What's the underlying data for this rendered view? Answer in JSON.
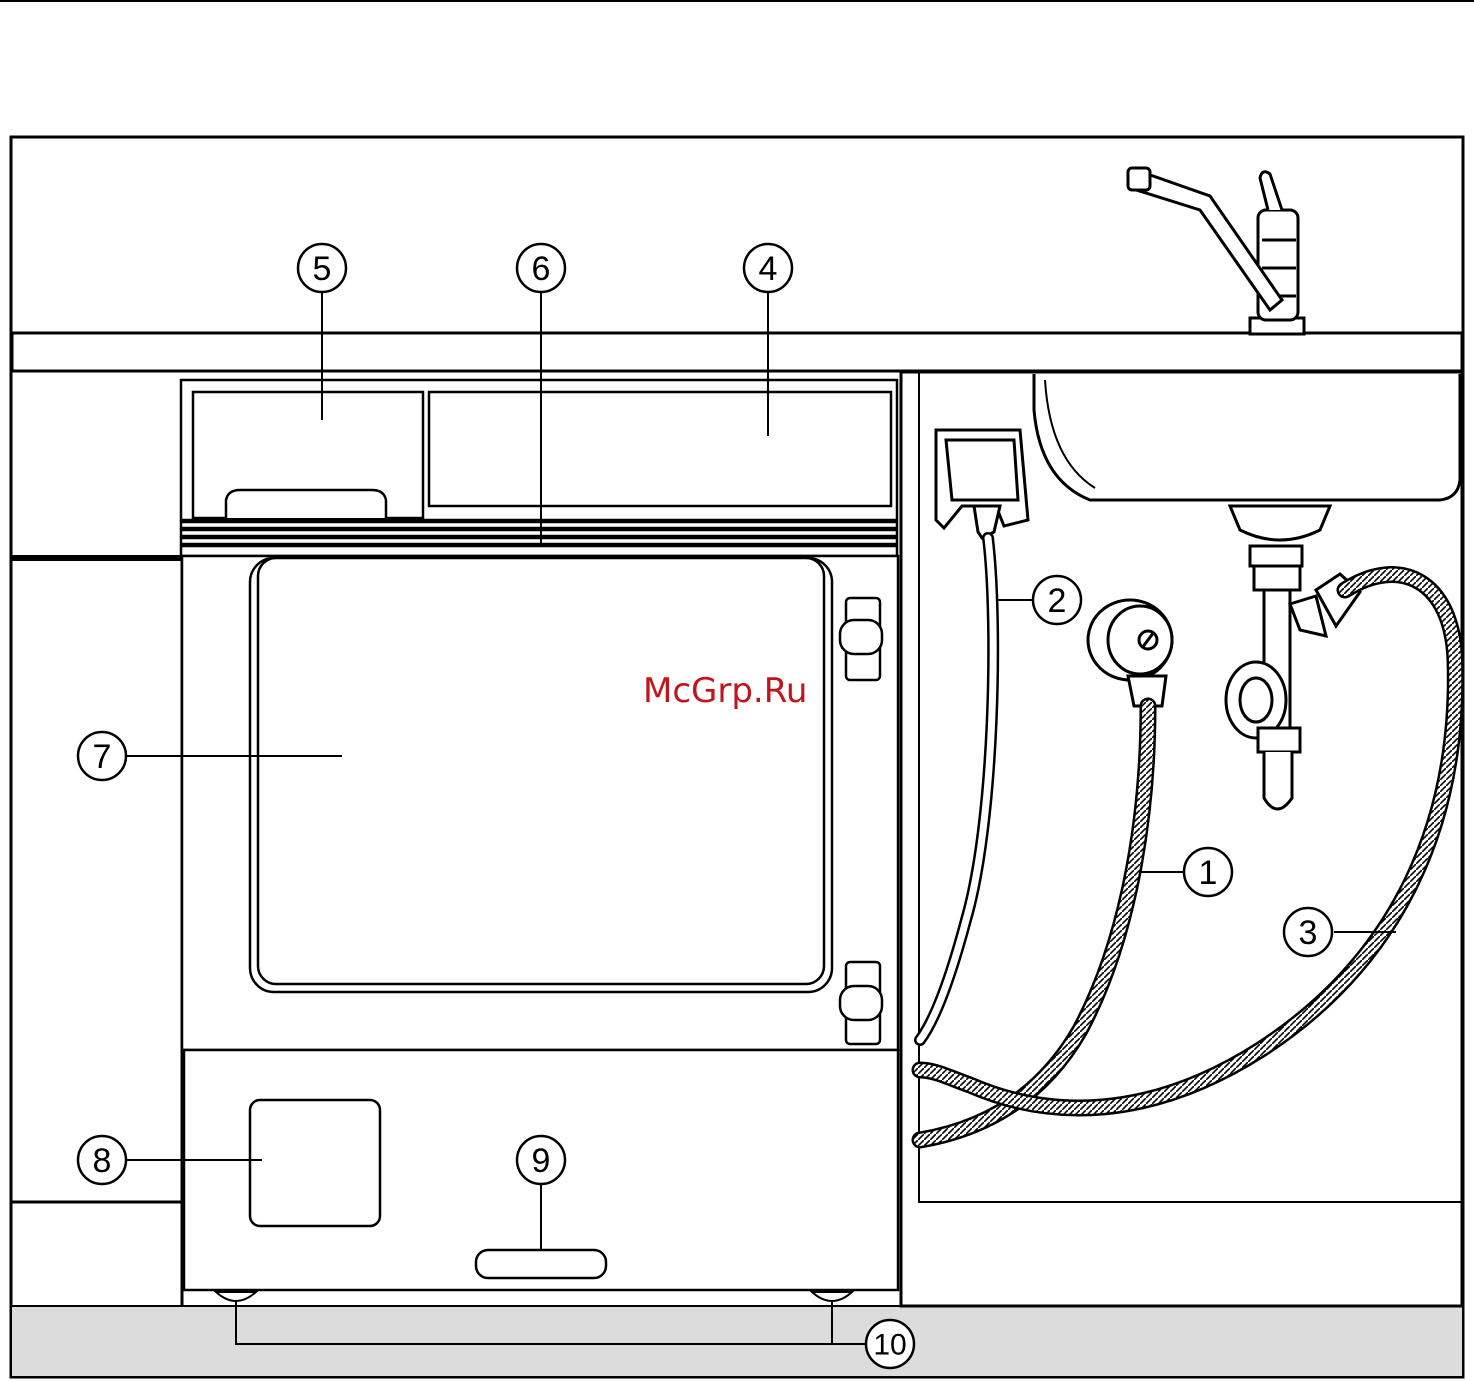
{
  "watermark": "McGrp.Ru",
  "callouts": [
    {
      "id": "1",
      "label": "1"
    },
    {
      "id": "2",
      "label": "2"
    },
    {
      "id": "3",
      "label": "3"
    },
    {
      "id": "4",
      "label": "4"
    },
    {
      "id": "5",
      "label": "5"
    },
    {
      "id": "6",
      "label": "6"
    },
    {
      "id": "7",
      "label": "7"
    },
    {
      "id": "8",
      "label": "8"
    },
    {
      "id": "9",
      "label": "9"
    },
    {
      "id": "10",
      "label": "10"
    }
  ]
}
